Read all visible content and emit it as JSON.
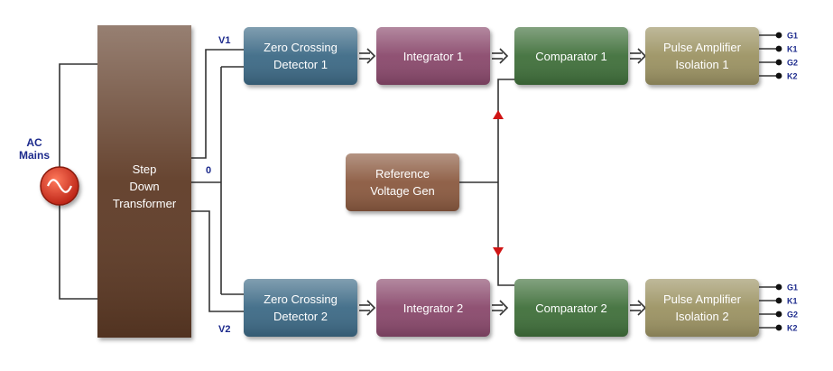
{
  "source": {
    "label_line1": "AC",
    "label_line2": "Mains",
    "icon": "sine-wave-icon",
    "color": "#d8291d"
  },
  "transformer": {
    "line1": "Step",
    "line2": "Down",
    "line3": "Transformer",
    "color": "#5e3a28"
  },
  "signals": {
    "v1": "V1",
    "zero": "0",
    "v2": "V2"
  },
  "blocks": {
    "zcd1": {
      "line1": "Zero Crossing",
      "line2": "Detector 1",
      "color": "#3d6a86"
    },
    "zcd2": {
      "line1": "Zero Crossing",
      "line2": "Detector 2",
      "color": "#3d6a86"
    },
    "int1": {
      "label": "Integrator 1",
      "color": "#8a4a6c"
    },
    "int2": {
      "label": "Integrator 2",
      "color": "#8a4a6c"
    },
    "cmp1": {
      "label": "Comparator 1",
      "color": "#3f6f3b"
    },
    "cmp2": {
      "label": "Comparator 2",
      "color": "#3f6f3b"
    },
    "pa1": {
      "line1": "Pulse Amplifier",
      "line2": "Isolation 1",
      "color": "#9c9364"
    },
    "pa2": {
      "line1": "Pulse Amplifier",
      "line2": "Isolation 2",
      "color": "#9c9364"
    },
    "ref": {
      "line1": "Reference",
      "line2": "Voltage Gen",
      "color": "#8b5a3f"
    }
  },
  "outputs_top": [
    "G1",
    "K1",
    "G2",
    "K2"
  ],
  "outputs_bottom": [
    "G1",
    "K1",
    "G2",
    "K2"
  ],
  "arrow_color": "#d01515"
}
